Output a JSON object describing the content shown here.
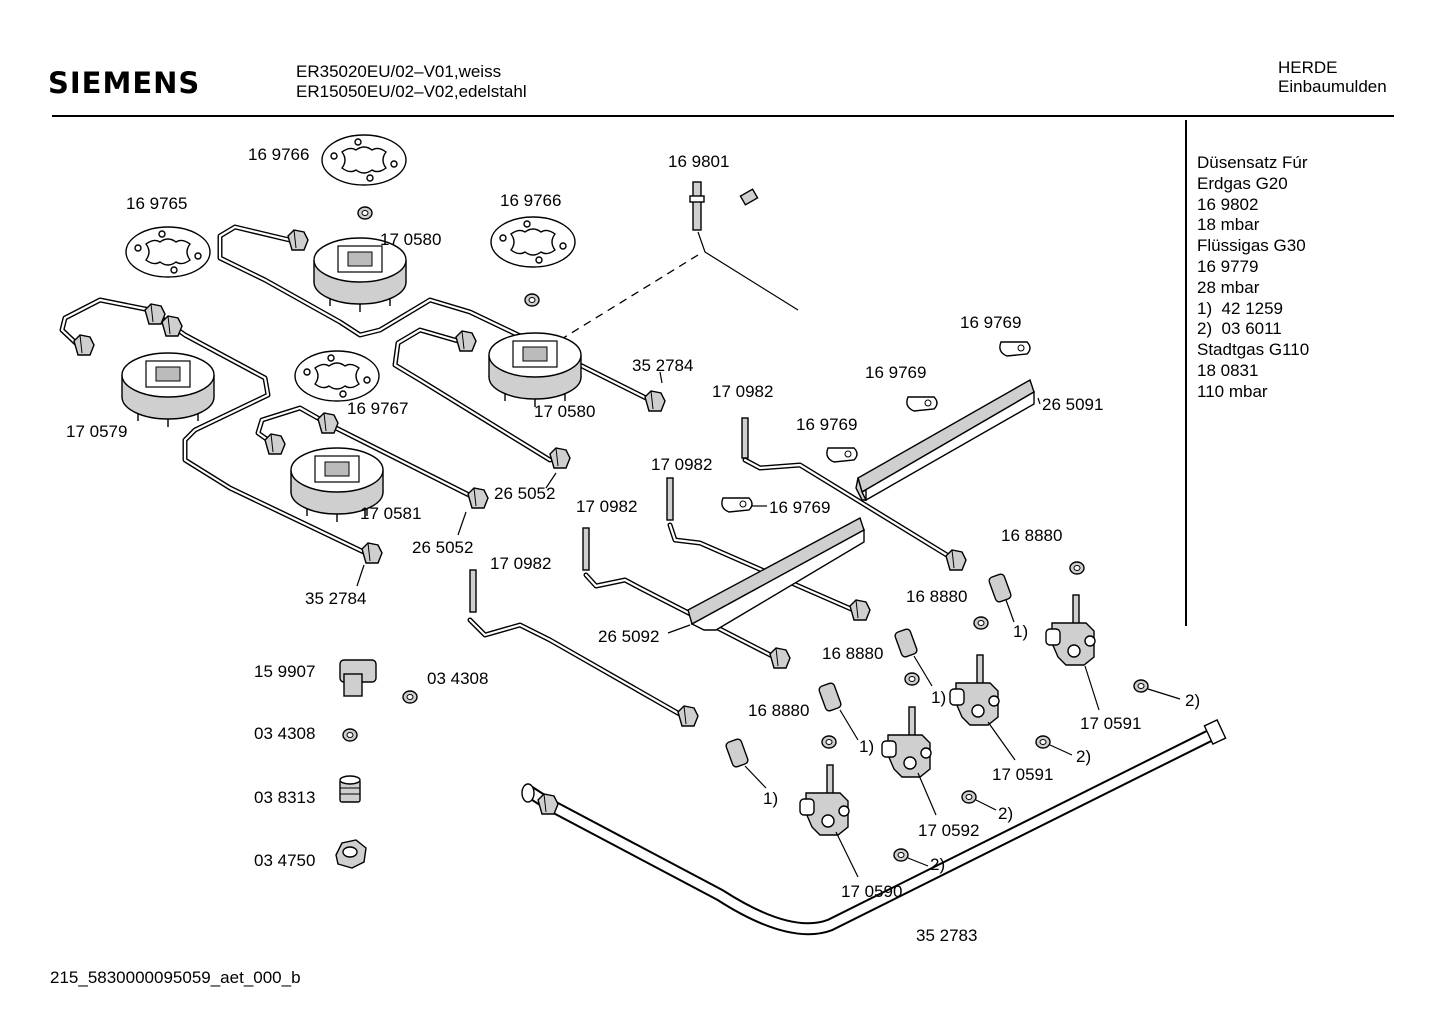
{
  "header": {
    "brand": "SIEMENS",
    "model_1": "ER35020EU/02–V01,weiss",
    "model_2": "ER15050EU/02–V02,edelstahl",
    "category_1": "HERDE",
    "category_2": "Einbaumulden"
  },
  "notes": {
    "lines": [
      "Düsensatz Fúr",
      "Erdgas G20",
      "16 9802",
      "18 mbar",
      "",
      "Flüssigas G30",
      "16 9779",
      "28 mbar",
      "",
      "1)  42 1259",
      "2)  03 6011",
      "",
      "",
      "Stadtgas G110",
      "18 0831",
      "110 mbar"
    ]
  },
  "parts": {
    "p169766a": "16 9766",
    "p169765": "16 9765",
    "p169766b": "16 9766",
    "p169801": "16 9801",
    "p170580a": "17 0580",
    "p170580b": "17 0580",
    "p352784a": "35 2784",
    "p169769a": "16 9769",
    "p169769b": "16 9769",
    "p169769c": "16 9769",
    "p169769d": "16 9769",
    "p265091": "26 5091",
    "p170982a": "17 0982",
    "p170982b": "17 0982",
    "p170982c": "17 0982",
    "p170982d": "17 0982",
    "p170579": "17 0579",
    "p169767": "16 9767",
    "p265052a": "26 5052",
    "p265052b": "26 5052",
    "p170581": "17 0581",
    "p352784b": "35 2784",
    "p168880a": "16 8880",
    "p168880b": "16 8880",
    "p168880c": "16 8880",
    "p168880d": "16 8880",
    "p265092": "26 5092",
    "p159907": "15 9907",
    "p034308a": "03 4308",
    "p034308b": "03 4308",
    "p038313": "03 8313",
    "p034750": "03 4750",
    "p170591a": "17 0591",
    "p170591b": "17 0591",
    "p170592": "17 0592",
    "p170590": "17 0590",
    "p352783": "35 2783",
    "n1": "1)",
    "n2": "2)"
  },
  "footer": "215_5830000095059_aet_000_b"
}
